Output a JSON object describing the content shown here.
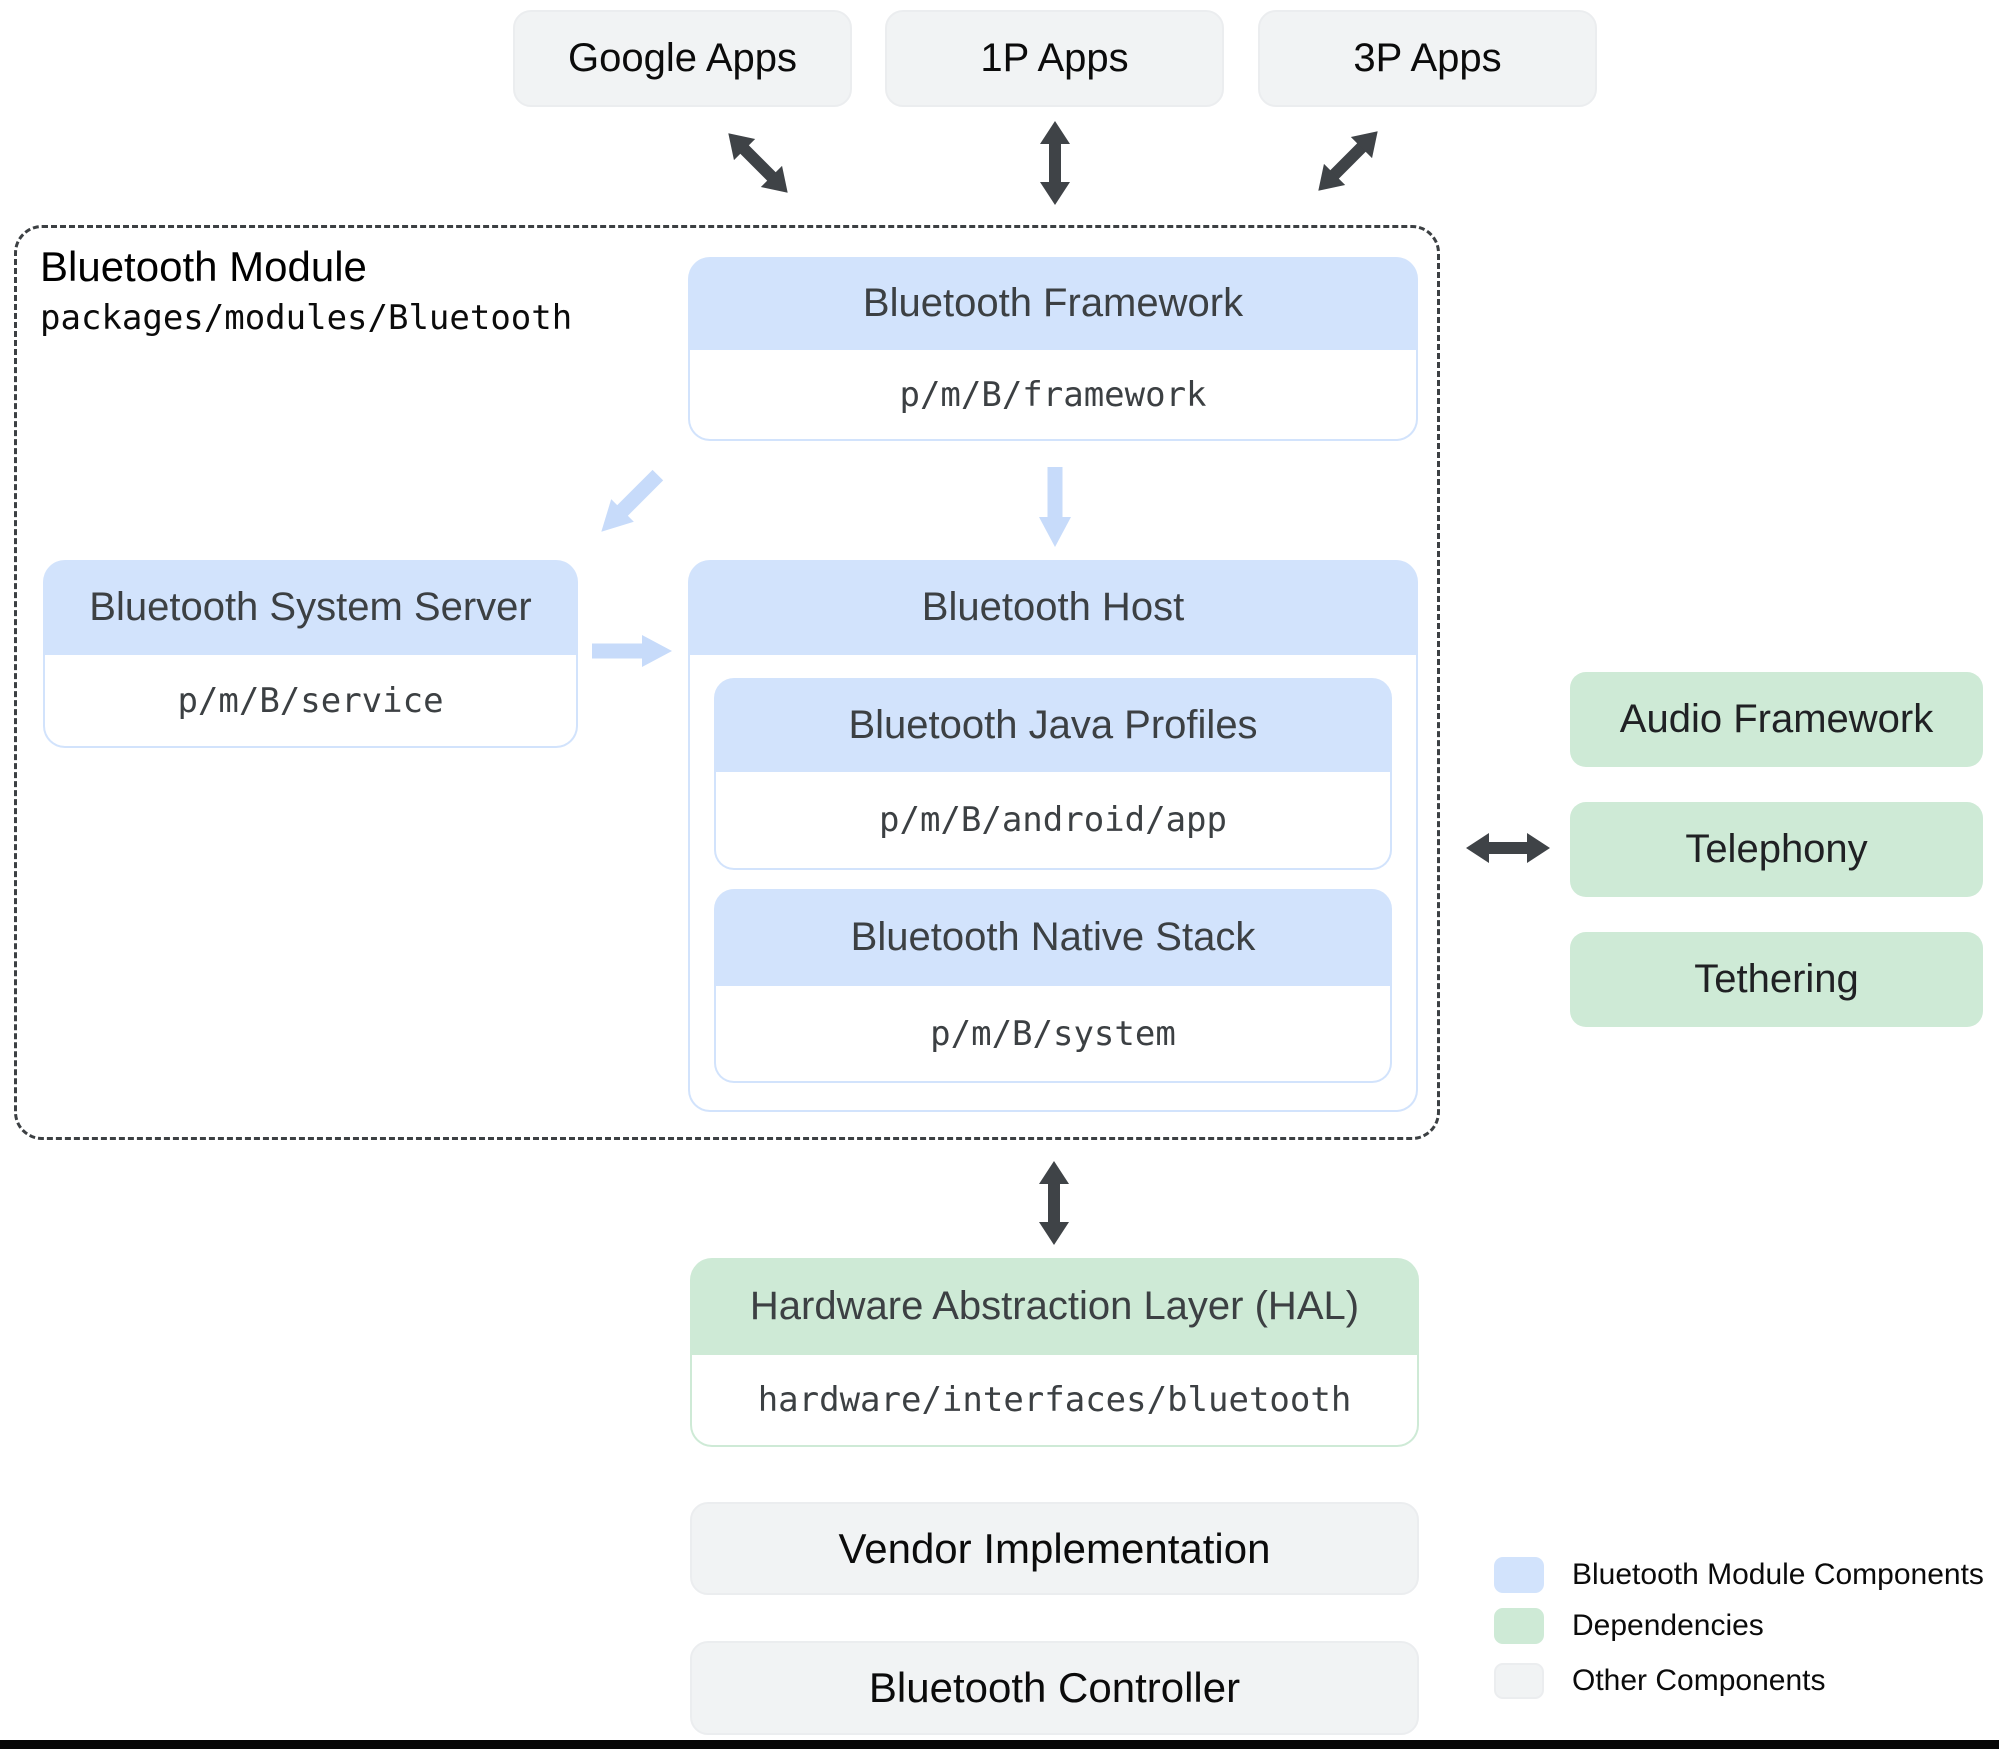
{
  "top_apps": [
    {
      "label": "Google Apps"
    },
    {
      "label": "1P Apps"
    },
    {
      "label": "3P Apps"
    }
  ],
  "module": {
    "title": "Bluetooth Module",
    "path": "packages/modules/Bluetooth",
    "framework": {
      "title": "Bluetooth Framework",
      "path": "p/m/B/framework"
    },
    "system_server": {
      "title": "Bluetooth System Server",
      "path": "p/m/B/service"
    },
    "host": {
      "title": "Bluetooth Host",
      "java_profiles": {
        "title": "Bluetooth Java Profiles",
        "path": "p/m/B/android/app"
      },
      "native_stack": {
        "title": "Bluetooth Native Stack",
        "path": "p/m/B/system"
      }
    }
  },
  "dependencies": [
    {
      "label": "Audio Framework"
    },
    {
      "label": "Telephony"
    },
    {
      "label": "Tethering"
    }
  ],
  "hal": {
    "title": "Hardware Abstraction Layer (HAL)",
    "path": "hardware/interfaces/bluetooth"
  },
  "bottom_boxes": [
    {
      "label": "Vendor Implementation"
    },
    {
      "label": "Bluetooth Controller"
    }
  ],
  "legend": [
    {
      "label": "Bluetooth Module Components",
      "color": "#d2e3fc"
    },
    {
      "label": "Dependencies",
      "color": "#ceead6"
    },
    {
      "label": "Other Components",
      "color": "#f1f3f4"
    }
  ],
  "arrows": {
    "dark_bidirectional": "double-headed dark arrow",
    "light_directional": "single-headed light blue arrow"
  },
  "colors": {
    "module_blue": "#d2e3fc",
    "dependency_green": "#ceead6",
    "other_gray": "#f1f3f4",
    "dark_arrow": "#3f4347",
    "light_arrow": "#c7dbfa",
    "header_text": "#3c4043"
  }
}
